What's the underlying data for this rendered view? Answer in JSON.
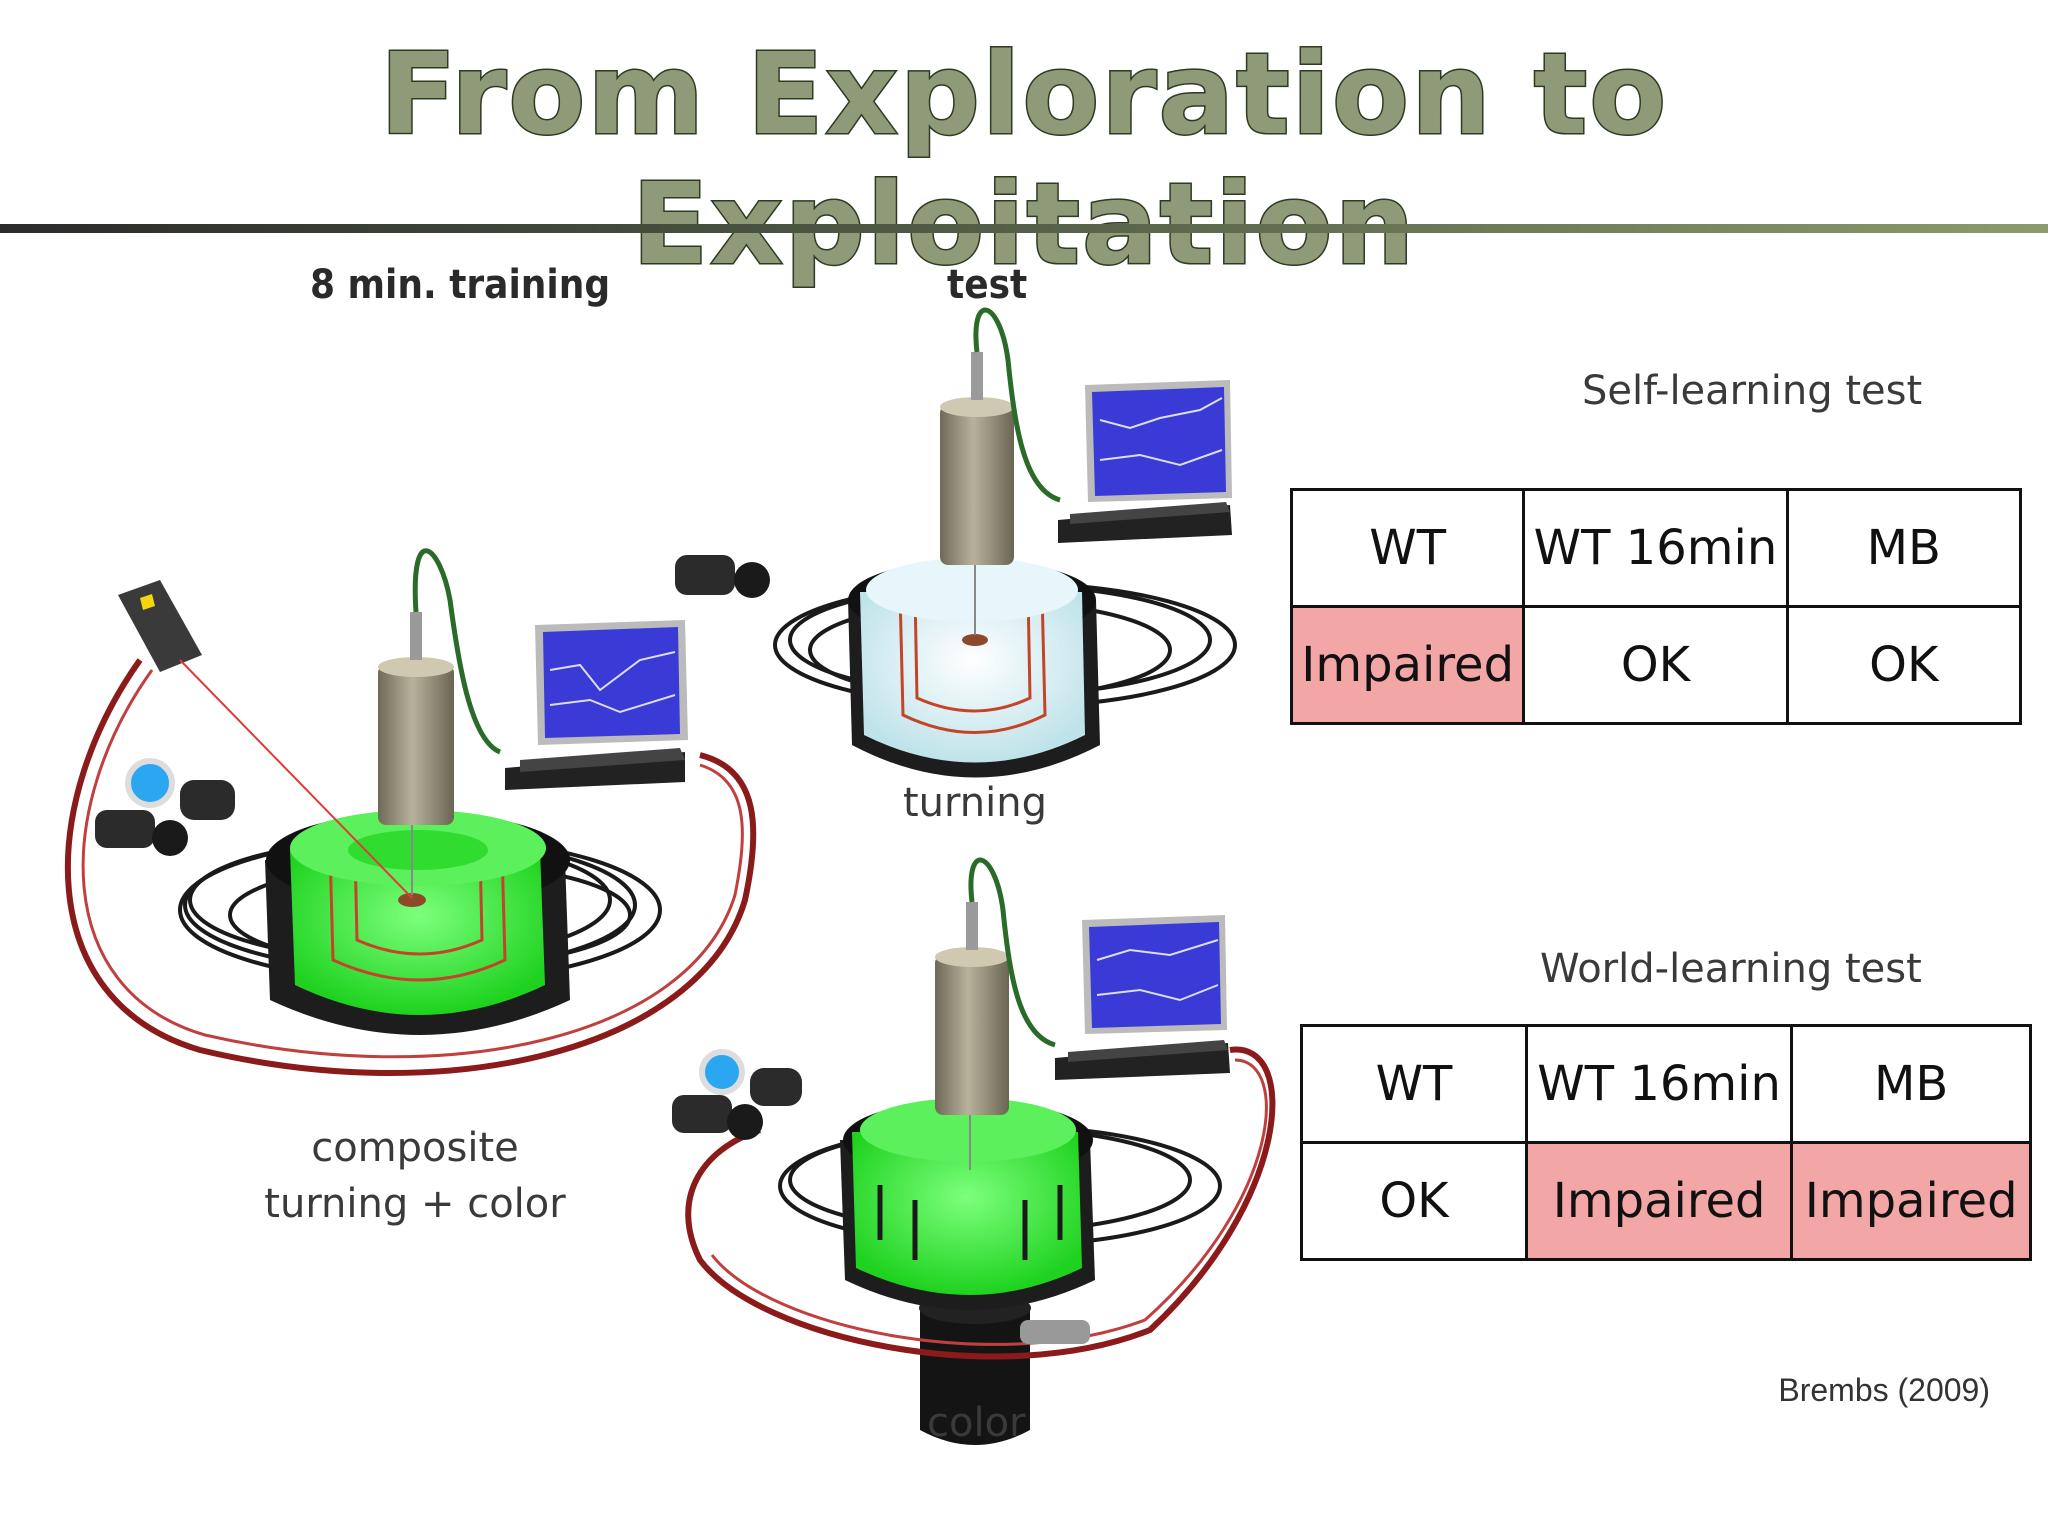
{
  "title": "From Exploration to Exploitation",
  "labels": {
    "training": "8 min. training",
    "test": "test",
    "turning": "turning",
    "composite_line1": "composite",
    "composite_line2": "turning + color",
    "color": "color"
  },
  "self_learning": {
    "title": "Self-learning test",
    "headers": [
      "WT",
      "WT 16min",
      "MB"
    ],
    "results": [
      "Impaired",
      "OK",
      "OK"
    ]
  },
  "world_learning": {
    "title": "World-learning test",
    "headers": [
      "WT",
      "WT 16min",
      "MB"
    ],
    "results": [
      "OK",
      "Impaired",
      "Impaired"
    ]
  },
  "citation": "Brembs (2009)",
  "colors": {
    "impaired": "#f2a6a6",
    "arena_green": "#2ee52e",
    "cable_red": "#8b1a1a",
    "screen_blue": "#3a3ad6"
  }
}
